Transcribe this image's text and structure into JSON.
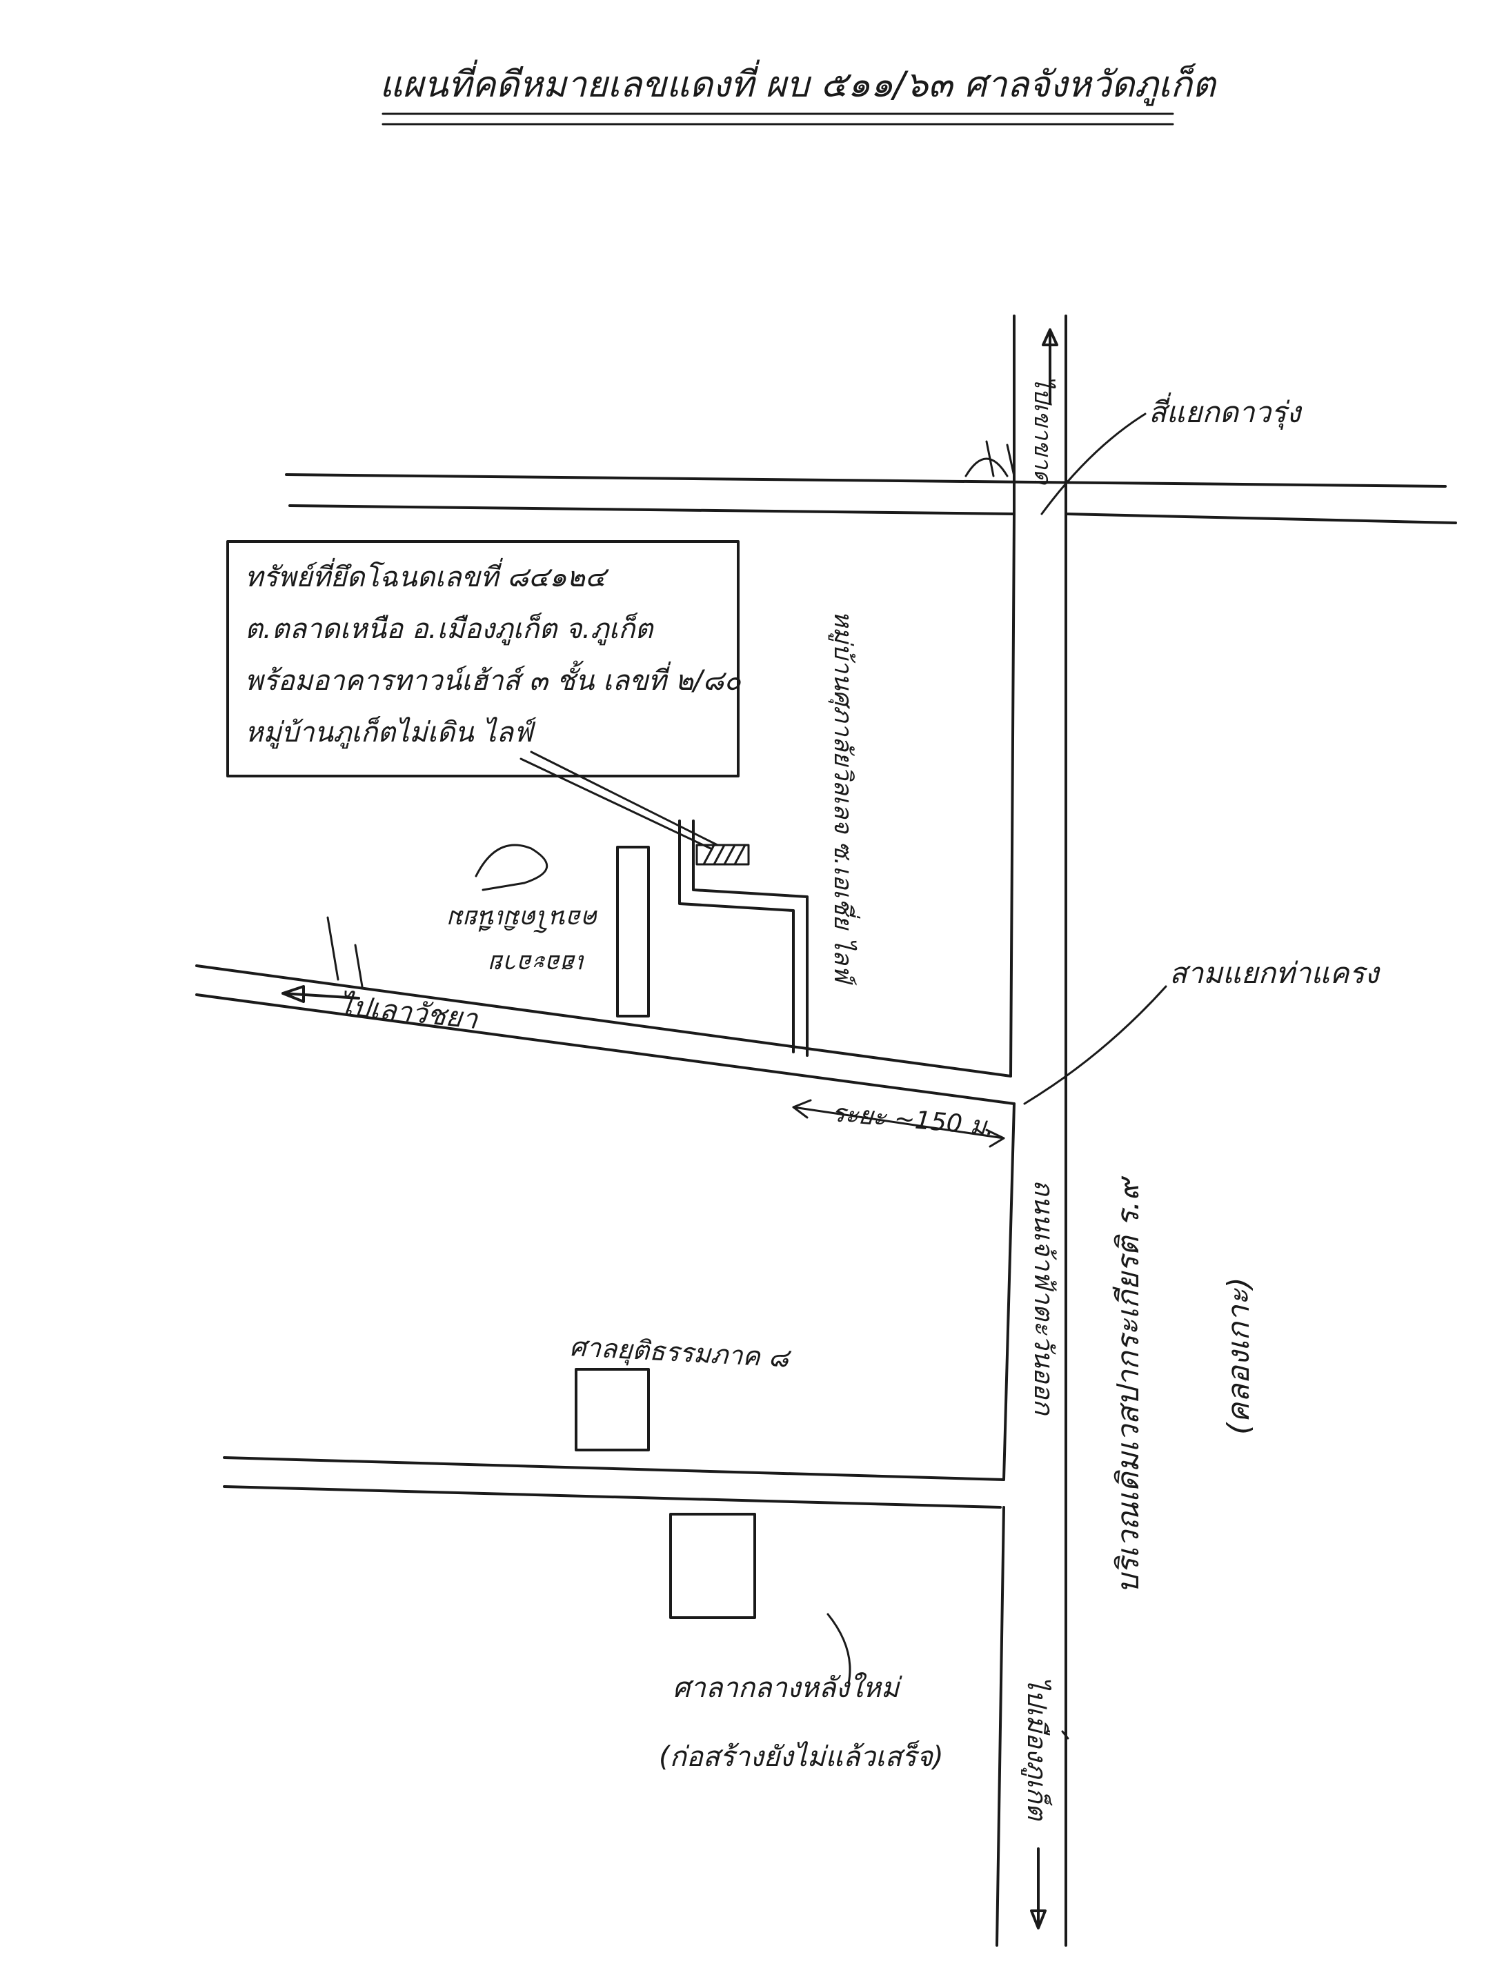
{
  "title": "แผนที่คดีหมายเลขแดงที่ ผบ ๕๑๑/๖๓ ศาลจังหวัดภูเก็ต",
  "property_box": {
    "line1": "ทรัพย์ที่ยึดโฉนดเลขที่ ๘๔๑๒๔",
    "line2": "ต.ตลาดเหนือ อ.เมืองภูเก็ต จ.ภูเก็ต",
    "line3": "พร้อมอาคารทาวน์เฮ้าส์ ๓ ชั้น เลขที่ ๒/๘๐",
    "line4": "หมู่บ้านภูเก็ตไม่เดิน ไลฟ์"
  },
  "labels": {
    "khao_khad": "ไปเขาขาด",
    "si_yaek": "สี่แยกดาวรุ่ง",
    "village_road": "หมู่บ้านศุภาลัยวิลเลจ ซ.เอเชี่ย ไลฟ์",
    "condo": "คอนโดมิเนียม",
    "condo_sub": "เฮอะอาย",
    "to_lao": "ไปเลาวัชยา",
    "sam_yaek": "สามแยกท่าแครง",
    "distance": "ระยะ ~150 ม.",
    "road_main": "ถนนเจ้าฟ้าตะวันออก",
    "area": "บริเวณเดิมเวสปากระเกียรติ ร.๙",
    "area_sub": "(คลองเกาะ)",
    "court_family": "ศาลยุติธรรมภาค ๘",
    "new_court": "ศาลากลางหลังใหม่",
    "new_court_sub": "(ก่อสร้างยังไม่แล้วเสร็จ)",
    "to_town": "ไปเมืองภูเก็ต"
  }
}
